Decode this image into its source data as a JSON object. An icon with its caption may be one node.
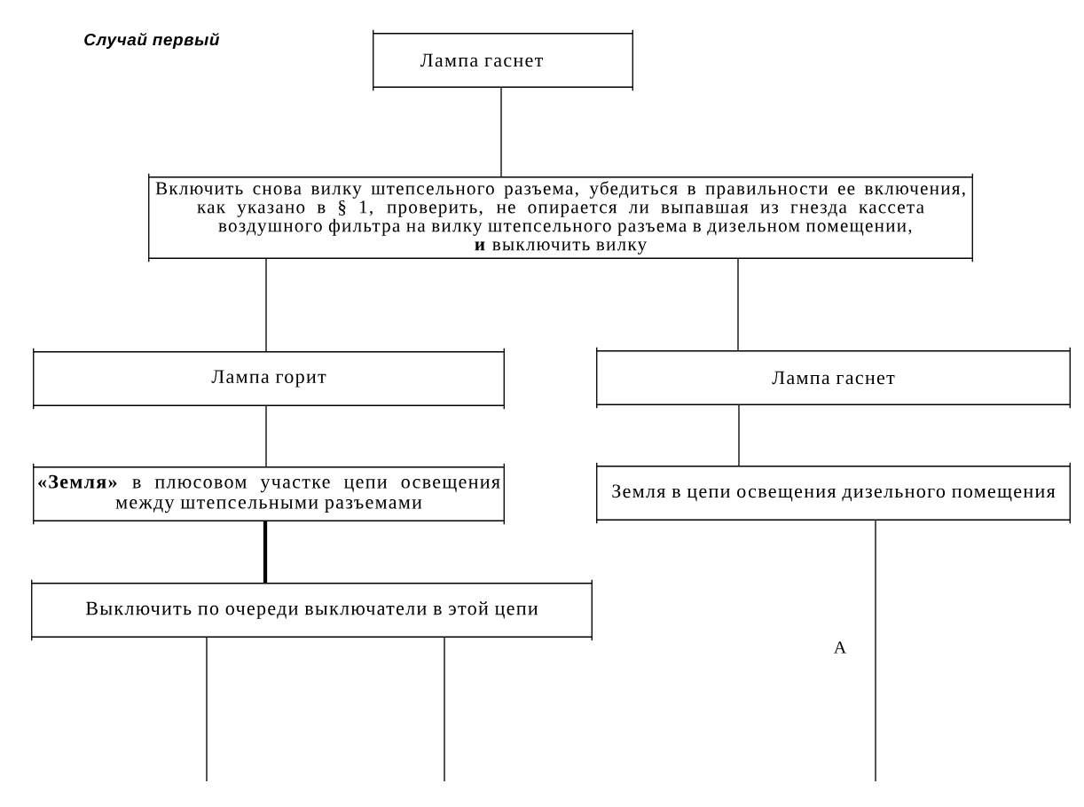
{
  "diagram": {
    "title": "Случай первый",
    "nodes": [
      {
        "text": [
          "Лампа гаснет"
        ]
      },
      {
        "text": [
          "Включить снова вилку штепсельного разъема, убедиться в правильности ее включения, как указано в § 1, проверить, не опирается ли выпавшая из гнезда кассета воздушного фильтра на вилку штепсельного разъема в дизельном помещении, **и** выключить вилку"
        ]
      },
      {
        "text": [
          "Лампа горит"
        ]
      },
      {
        "text": [
          "Лампа гаснет"
        ]
      },
      {
        "text": [
          "**«Земля»** в плюсовом участке цепи освещения между штепсельными разъемами"
        ]
      },
      {
        "text": [
          "Земля в цепи освещения дизельного помещения"
        ]
      },
      {
        "text": [
          "Выключить по очереди выключатели в этой цепи"
        ]
      }
    ],
    "edges": [
      {
        "from": 0,
        "to": 1,
        "arrow": "none"
      },
      {
        "from": 1,
        "to": 2,
        "arrow": "none"
      },
      {
        "from": 1,
        "to": 3,
        "arrow": "none"
      },
      {
        "from": 2,
        "to": 4,
        "arrow": "none"
      },
      {
        "from": 3,
        "to": 5,
        "arrow": "none"
      },
      {
        "from": 4,
        "to": 6,
        "arrow": "none",
        "style": "thick"
      },
      {
        "from": 6,
        "to": null,
        "arrow": "none"
      },
      {
        "from": 6,
        "to": null,
        "arrow": "none"
      },
      {
        "from": 5,
        "to": null,
        "arrow": "none"
      }
    ],
    "labels": [
      "А"
    ]
  }
}
